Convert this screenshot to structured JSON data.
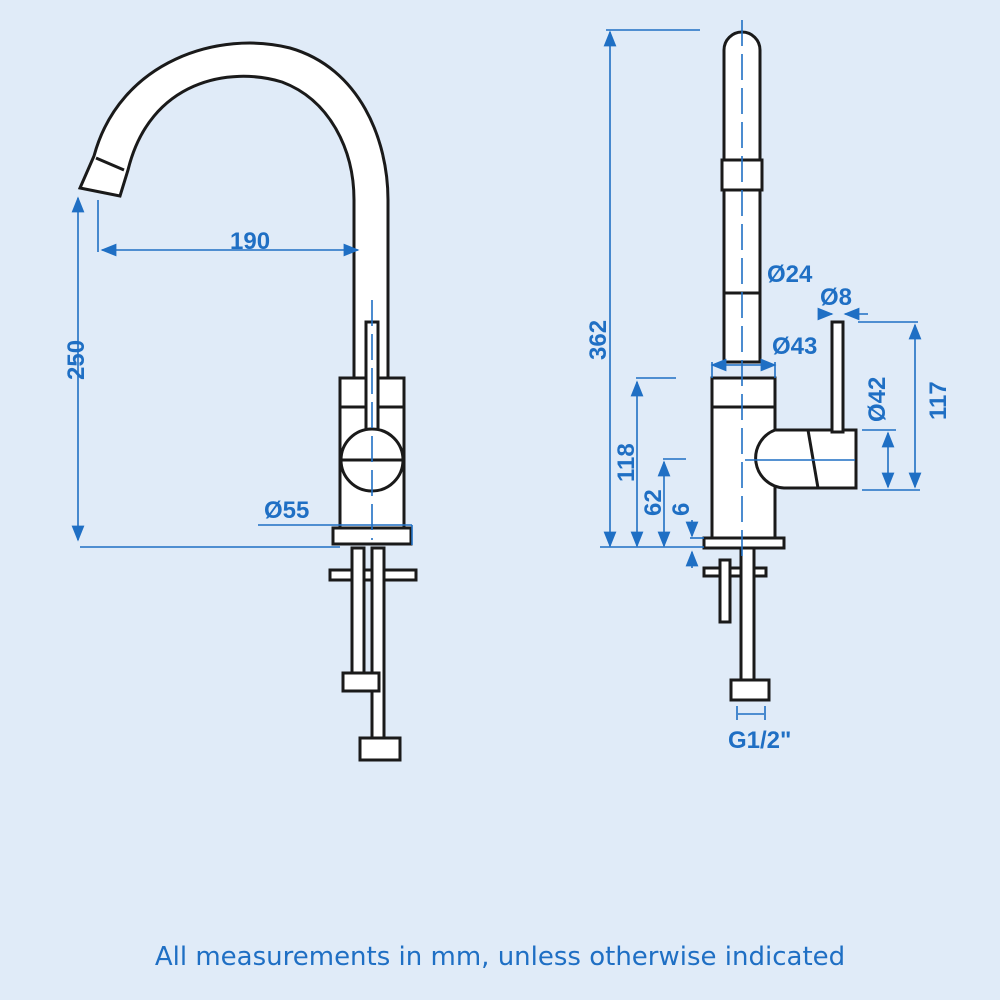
{
  "dimensions": {
    "reach": "190",
    "spout_height": "250",
    "base_diameter": "Ø55",
    "total_height": "362",
    "spout_diameter": "Ø24",
    "lever_diameter": "Ø8",
    "body_diameter": "Ø43",
    "handle_diameter": "Ø42",
    "lever_height": "117",
    "body_height": "118",
    "handle_center_height": "62",
    "base_thickness": "6",
    "connection_thread": "G1/2\""
  },
  "footer": "All measurements in mm, unless otherwise indicated",
  "colors": {
    "background": "#e0ebf8",
    "dimension": "#1f6fc4",
    "outline": "#1a1a1a"
  }
}
